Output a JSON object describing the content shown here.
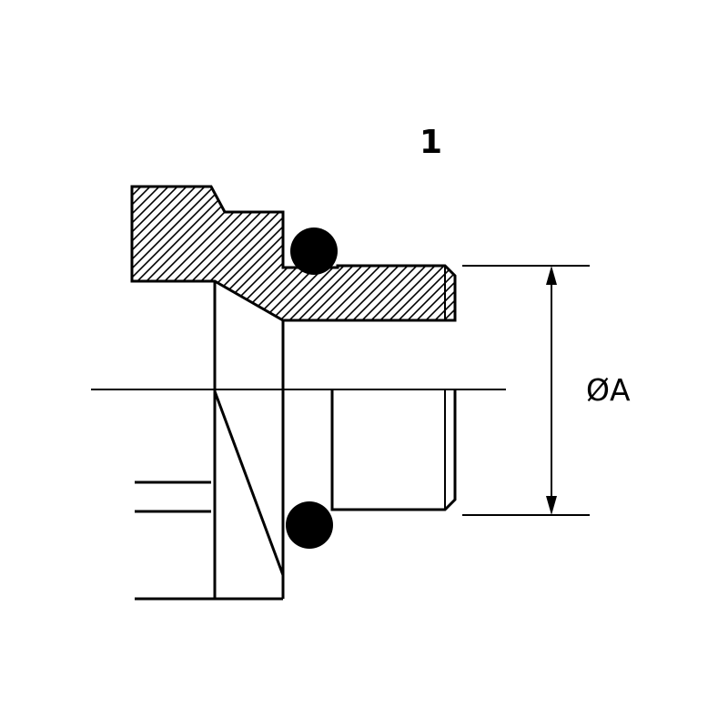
{
  "drawing": {
    "view_number": "1",
    "dimension_label": "ØA",
    "description": "Cross-section of a male stud fitting with O-ring seals, diameter A dimensioned across the thread"
  },
  "colors": {
    "line": "#000000",
    "background": "#ffffff",
    "o_ring_fill": "#000000"
  }
}
